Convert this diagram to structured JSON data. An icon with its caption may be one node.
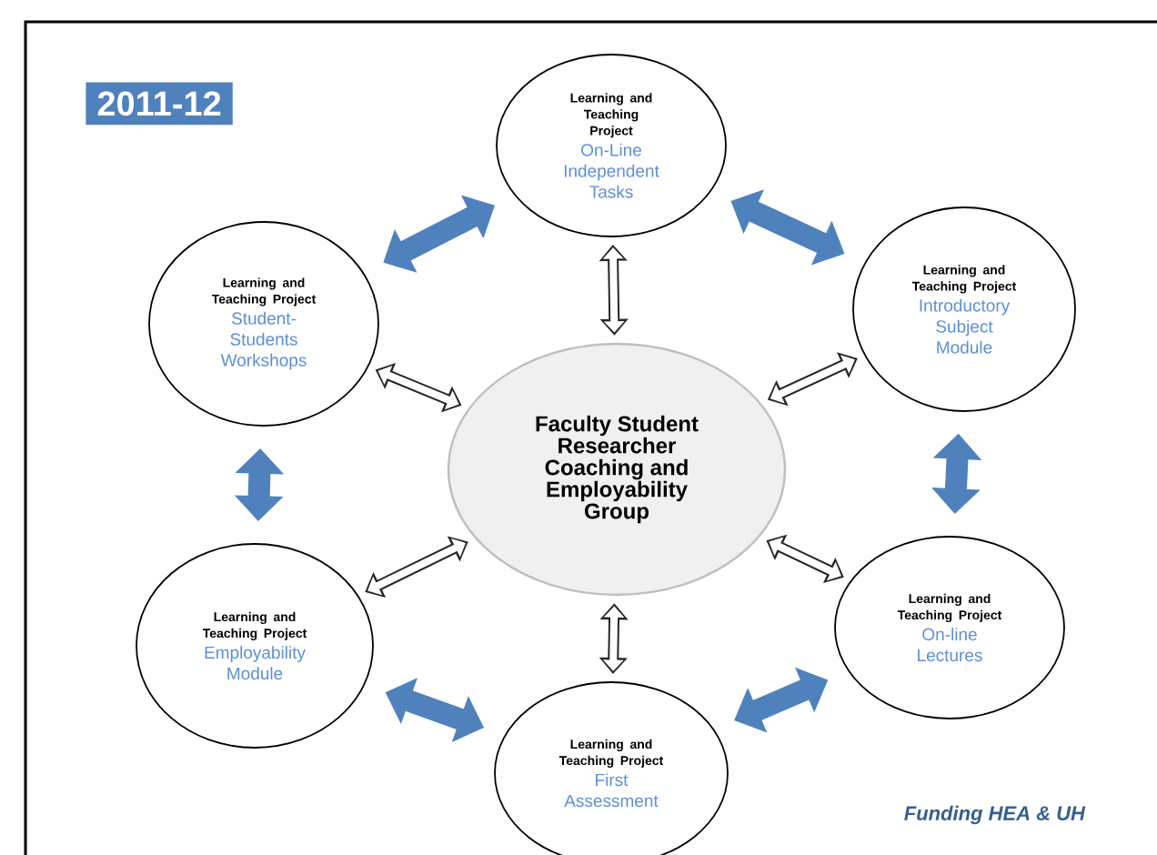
{
  "diagram": {
    "nodes": [
      {
        "text": [
          "2011-12"
        ]
      },
      {
        "text": [
          "Learning and Teaching Project",
          "On-Line Independent Tasks"
        ]
      },
      {
        "text": [
          "Learning and Teaching Project",
          "Student-Students Workshops"
        ]
      },
      {
        "text": [
          "Learning and Teaching Project",
          "Introductory Subject Module"
        ]
      },
      {
        "text": [
          "Faculty Student Researcher Coaching and Employability Group"
        ]
      },
      {
        "text": [
          "Learning and Teaching Project",
          "Employability Module"
        ]
      },
      {
        "text": [
          "Learning and Teaching Project",
          "On-line Lectures"
        ]
      },
      {
        "text": [
          "Learning and Teaching Project",
          "First Assessment"
        ]
      }
    ],
    "edges": [
      {
        "from": 1,
        "to": 2,
        "arrow": "both",
        "style": "thick",
        "color": "#4f81bd"
      },
      {
        "from": 1,
        "to": 3,
        "arrow": "both",
        "style": "thick",
        "color": "#4f81bd"
      },
      {
        "from": 2,
        "to": 5,
        "arrow": "both",
        "style": "thick",
        "color": "#4f81bd"
      },
      {
        "from": 3,
        "to": 6,
        "arrow": "both",
        "style": "thick",
        "color": "#4f81bd"
      },
      {
        "from": 5,
        "to": 7,
        "arrow": "both",
        "style": "thick",
        "color": "#4f81bd"
      },
      {
        "from": 6,
        "to": 7,
        "arrow": "both",
        "style": "thick",
        "color": "#4f81bd"
      },
      {
        "from": 4,
        "to": 1,
        "arrow": "both",
        "color": "#ffffff"
      },
      {
        "from": 4,
        "to": 2,
        "arrow": "both",
        "color": "#ffffff"
      },
      {
        "from": 4,
        "to": 3,
        "arrow": "both",
        "color": "#ffffff"
      },
      {
        "from": 4,
        "to": 5,
        "arrow": "both",
        "color": "#ffffff"
      },
      {
        "from": 4,
        "to": 6,
        "arrow": "both",
        "color": "#ffffff"
      },
      {
        "from": 4,
        "to": 7,
        "arrow": "both",
        "color": "#ffffff"
      }
    ],
    "labels": [
      "Funding HEA & UH"
    ]
  }
}
